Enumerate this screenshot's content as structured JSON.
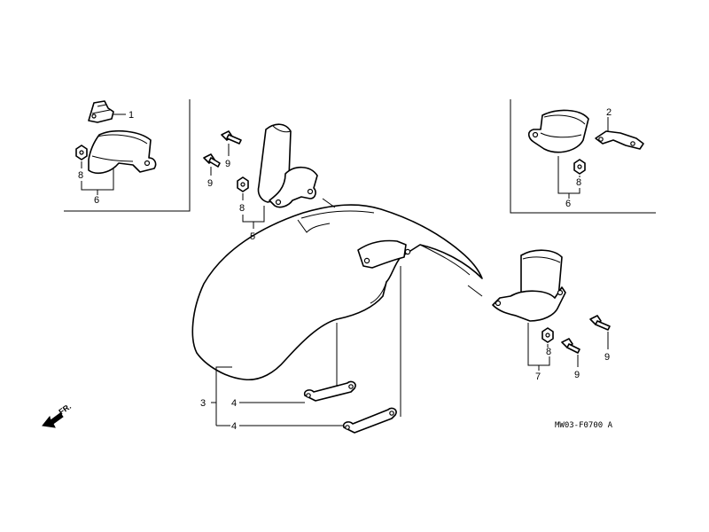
{
  "diagram": {
    "callouts": {
      "c1": "1",
      "c2": "2",
      "c3": "3",
      "c4a": "4",
      "c4b": "4",
      "c5": "5",
      "c6a": "6",
      "c6b": "6",
      "c7": "7",
      "c8a": "8",
      "c8b": "8",
      "c8c": "8",
      "c8d": "8",
      "c9a": "9",
      "c9b": "9",
      "c9c": "9",
      "c9d": "9"
    },
    "direction_label": "FR.",
    "drawing_code": "MW03-F0700 A"
  }
}
